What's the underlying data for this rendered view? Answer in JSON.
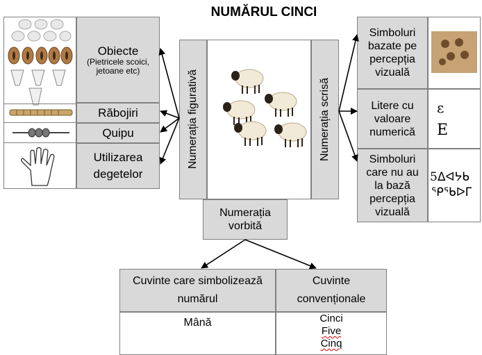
{
  "title": "NUMĂRUL CINCI",
  "left": {
    "objects_label": "Obiecte",
    "objects_sub": "(Pietricele scoici, jetoane etc)",
    "rabojiri": "Răbojiri",
    "quipu": "Quipu",
    "fingers": "Utilizarea degetelor"
  },
  "center": {
    "figurative": "Numerația figurativă",
    "written": "Numerația scrisă",
    "spoken": "Numerația vorbită"
  },
  "right": {
    "visual": "Simboluri bazate pe percepția vizuală",
    "letters": "Litere cu valoare numerică",
    "letter_samples": [
      "ε",
      "E"
    ],
    "nonvisual": "Simboluri care nu au la bază percepția vizuală",
    "nonvisual_samples": [
      "5ᐃᐊᔭᑲ",
      "ᕿᖃᐅᒥ"
    ]
  },
  "bottom": {
    "col1_header": "Cuvinte care simbolizează numărul",
    "col2_header": "Cuvinte convenționale",
    "col1_value": "Mână",
    "col2_values": [
      "Cinci",
      "Five",
      "Cinq"
    ]
  },
  "colors": {
    "box_gray": "#d9d9d9",
    "border": "#808080",
    "arrow": "#000000"
  }
}
